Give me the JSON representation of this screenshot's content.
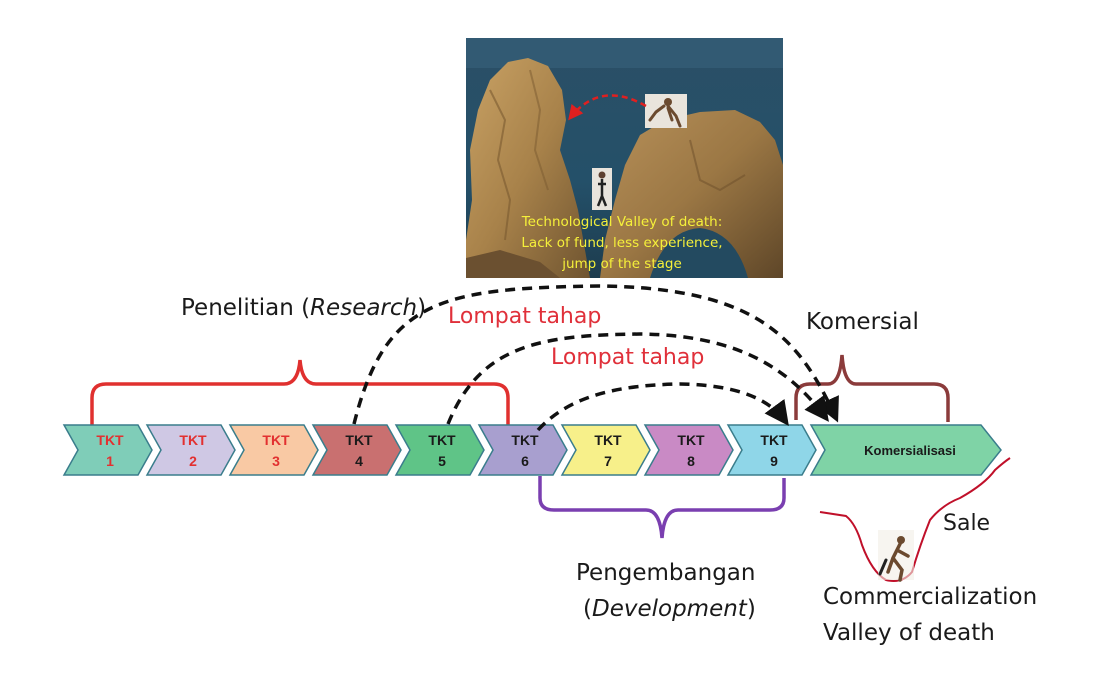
{
  "photo": {
    "caption_lines": [
      "Technological Valley of death:",
      "Lack of fund,  less experience,",
      "jump of the stage"
    ]
  },
  "labels": {
    "research_prefix": "Penelitian (",
    "research_italic": "Research",
    "research_suffix": ")",
    "komersial": "Komersial",
    "lompat_tahap_1": "Lompat tahap",
    "lompat_tahap_2": "Lompat tahap",
    "development_line1": "Pengembangan",
    "development_prefix": "(",
    "development_italic": "Development",
    "development_suffix": ")",
    "sale": "Sale",
    "valley_line1": "Commercialization",
    "valley_line2": "Valley of death"
  },
  "stages": [
    {
      "top": "TKT",
      "num": "1",
      "fill": "#7fcdb8",
      "text_color": "#e23030"
    },
    {
      "top": "TKT",
      "num": "2",
      "fill": "#cfc8e4",
      "text_color": "#e23030"
    },
    {
      "top": "TKT",
      "num": "3",
      "fill": "#f9c9a4",
      "text_color": "#e23030"
    },
    {
      "top": "TKT",
      "num": "4",
      "fill": "#c97070",
      "text_color": "#1a1a1a"
    },
    {
      "top": "TKT",
      "num": "5",
      "fill": "#5fc487",
      "text_color": "#1a1a1a"
    },
    {
      "top": "TKT",
      "num": "6",
      "fill": "#a89fcf",
      "text_color": "#1a1a1a"
    },
    {
      "top": "TKT",
      "num": "7",
      "fill": "#f7f08a",
      "text_color": "#1a1a1a"
    },
    {
      "top": "TKT",
      "num": "8",
      "fill": "#c98ac5",
      "text_color": "#1a1a1a"
    },
    {
      "top": "TKT",
      "num": "9",
      "fill": "#8fd6e8",
      "text_color": "#1a1a1a"
    }
  ],
  "final_stage": {
    "label": "Komersialisasi",
    "fill": "#7fd3a6",
    "text_color": "#1a1a1a"
  },
  "colors": {
    "research_brace": "#e0302f",
    "commercial_brace": "#8b3b3b",
    "development_brace": "#7a3fb0",
    "jump_red": "#e0303a",
    "photo_caption": "#f5f03a",
    "valley_line": "#c0102a"
  }
}
